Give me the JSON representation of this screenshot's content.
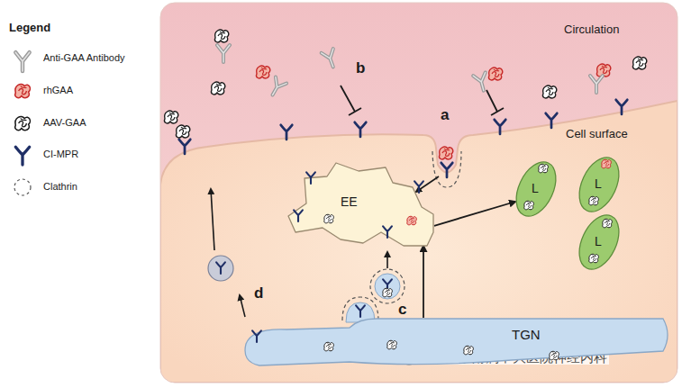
{
  "diagram": {
    "nodes": [
      {
        "text": [
          "EE"
        ]
      },
      {
        "text": [
          "L"
        ]
      },
      {
        "text": [
          "L"
        ]
      },
      {
        "text": [
          "L"
        ]
      },
      {
        "text": [
          "TGN"
        ]
      }
    ],
    "edges": [
      {
        "from": 4,
        "to": 0,
        "arrow": "to"
      },
      {
        "from": 0,
        "to": 1,
        "arrow": "to"
      }
    ],
    "labels": [
      "Legend",
      "Circulation",
      "Cell surface",
      "a",
      "b",
      "c",
      "d",
      "东南大学附属中大医院神经内科"
    ],
    "legend": [
      {
        "text": "Anti-GAA Antibody"
      },
      {
        "text": "rhGAA"
      },
      {
        "text": "AAV-GAA"
      },
      {
        "text": "CI-MPR"
      },
      {
        "text": "Clathrin"
      }
    ]
  }
}
